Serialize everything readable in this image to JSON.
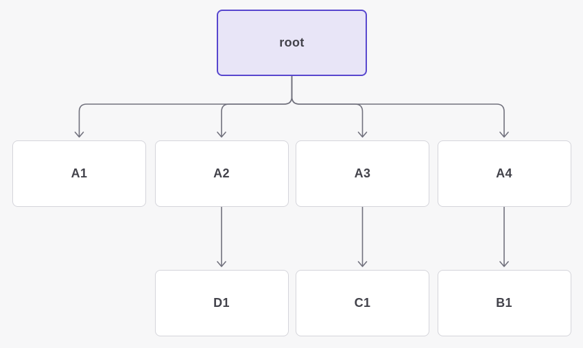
{
  "diagram": {
    "type": "tree",
    "nodes": [
      {
        "id": "root",
        "label": "root",
        "row": 0,
        "col": null,
        "kind": "root"
      },
      {
        "id": "A1",
        "label": "A1",
        "row": 1,
        "col": 0,
        "kind": "child"
      },
      {
        "id": "A2",
        "label": "A2",
        "row": 1,
        "col": 1,
        "kind": "child"
      },
      {
        "id": "A3",
        "label": "A3",
        "row": 1,
        "col": 2,
        "kind": "child"
      },
      {
        "id": "A4",
        "label": "A4",
        "row": 1,
        "col": 3,
        "kind": "child"
      },
      {
        "id": "D1",
        "label": "D1",
        "row": 2,
        "col": 1,
        "kind": "child"
      },
      {
        "id": "C1",
        "label": "C1",
        "row": 2,
        "col": 2,
        "kind": "child"
      },
      {
        "id": "B1",
        "label": "B1",
        "row": 2,
        "col": 3,
        "kind": "child"
      }
    ],
    "edges": [
      {
        "from": "root",
        "to": "A1",
        "style": "elbow-arrow"
      },
      {
        "from": "root",
        "to": "A2",
        "style": "elbow-arrow"
      },
      {
        "from": "root",
        "to": "A3",
        "style": "elbow-arrow"
      },
      {
        "from": "root",
        "to": "A4",
        "style": "elbow-arrow"
      },
      {
        "from": "A2",
        "to": "D1",
        "style": "straight-arrow"
      },
      {
        "from": "A3",
        "to": "C1",
        "style": "straight-arrow"
      },
      {
        "from": "A4",
        "to": "B1",
        "style": "straight-arrow"
      }
    ],
    "colors": {
      "background": "#f7f7f8",
      "node_fill": "#ffffff",
      "node_border": "#d4d4da",
      "root_fill": "#e8e5f7",
      "root_border": "#5746ce",
      "connector": "#70707c",
      "text": "#42424a"
    }
  }
}
